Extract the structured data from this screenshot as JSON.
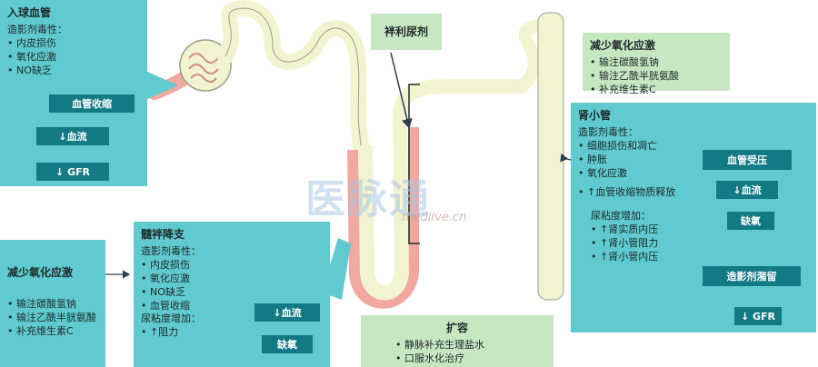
{
  "afferent": {
    "title": "入球血管",
    "subtitle": "造影剂毒性：",
    "items": [
      "内皮损伤",
      "氧化应激",
      "NO缺乏"
    ],
    "box1": "血管收缩",
    "box2": "↓血流",
    "box3": "↓ GFR"
  },
  "diuretic": {
    "label": "袢利尿剂"
  },
  "reduce_top": {
    "title": "减少氧化应激",
    "items": [
      "输注碳酸氢钠",
      "输注乙酰半胱氨酸",
      "补充维生素C"
    ]
  },
  "tubule": {
    "title": "肾小管",
    "subtitle": "造影剂毒性：",
    "items": [
      "细胞损伤和凋亡",
      "肿胀",
      "氧化应激",
      "↑血管收缩物质释放"
    ],
    "box_vessel": "血管受压",
    "box_flow": "↓血流",
    "box_hypoxia": "缺氧",
    "viscosity": "尿粘度增加：",
    "visc_items": [
      "↑肾实质内压",
      "↑肾小管阻力",
      "↑肾小管内压"
    ],
    "box_retention": "造影剂潴留",
    "box_gfr": "↓ GFR"
  },
  "reduce_left": {
    "title": "减少氧化应激",
    "items": [
      "输注碳酸氢钠",
      "输注乙酰半胱氨酸",
      "补充维生素C"
    ]
  },
  "vasa": {
    "title": "髓袢降支",
    "subtitle": "造影剂毒性：",
    "items": [
      "内皮损伤",
      "氧化应激",
      "NO缺乏",
      "血管收缩"
    ],
    "viscosity": "尿粘度增加：",
    "visc_item": "↑阻力",
    "box_flow": "↓血流",
    "box_hypoxia": "缺氧"
  },
  "expand": {
    "title": "扩容",
    "items": [
      "静脉补充生理盐水",
      "口服水化治疗"
    ]
  },
  "watermark": {
    "main": "医脉通",
    "sub": "medlive.cn"
  },
  "colors": {
    "panel": "#5fcad0",
    "panel_green": "#c7e6c2",
    "dark_box": "#127a84",
    "tubule_fill": "#f2f3cf",
    "vessel": "#f1a8a0"
  }
}
